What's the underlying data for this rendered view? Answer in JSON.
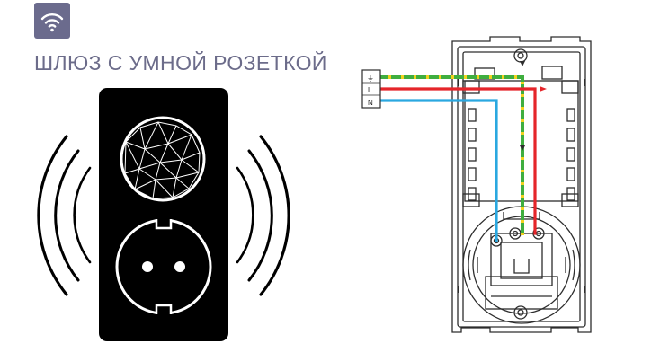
{
  "header": {
    "title": "ШЛЮЗ С УМНОЙ РОЗЕТКОЙ",
    "badge_icon": "wifi-icon",
    "badge_color": "#6b6b8d",
    "title_color": "#6c6c8a"
  },
  "device": {
    "body_color": "#000000",
    "icons": [
      "geodesic-sphere-icon",
      "schuko-socket-icon",
      "radio-wave-icon"
    ]
  },
  "wiring": {
    "terminals": [
      {
        "label": "⏚",
        "wire_colors": [
          "#f2d21e",
          "#3fae3f"
        ]
      },
      {
        "label": "L",
        "wire_colors": [
          "#e5252a"
        ]
      },
      {
        "label": "N",
        "wire_colors": [
          "#2aa8e0"
        ]
      }
    ],
    "colors": {
      "earth_yellow": "#f2d21e",
      "earth_green": "#3fae3f",
      "live": "#e5252a",
      "neutral": "#2aa8e0"
    }
  }
}
